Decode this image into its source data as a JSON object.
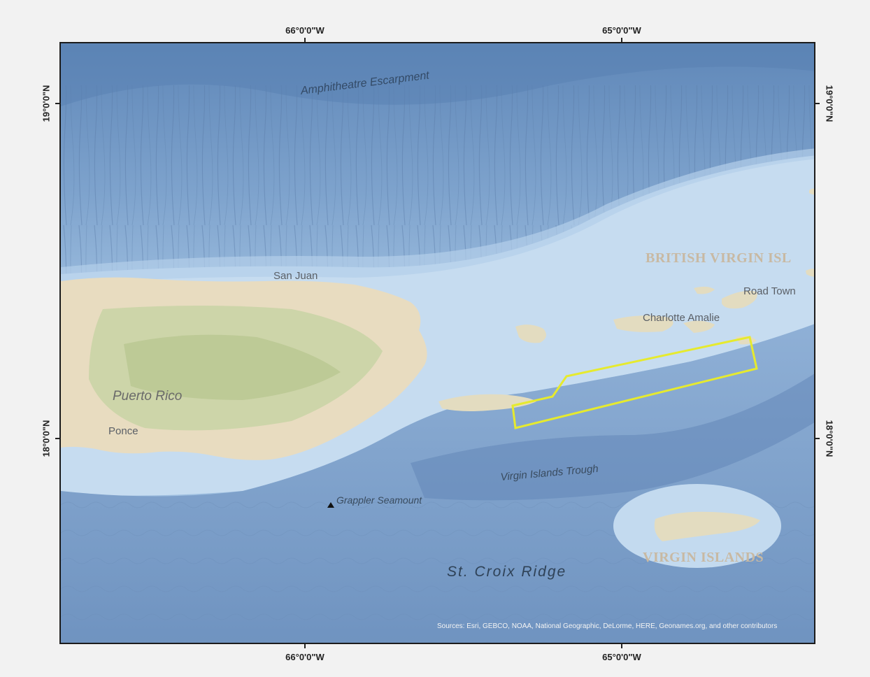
{
  "graticule": {
    "lon_west": "66°0'0\"W",
    "lon_east": "65°0'0\"W",
    "lat_north": "19°0'0\"N",
    "lat_south": "18°0'0\"N"
  },
  "labels": {
    "amphitheatre": "Amphitheatre Escarpment",
    "british_virgin": "BRITISH VIRGIN ISL",
    "road_town": "Road Town",
    "san_juan": "San Juan",
    "charlotte_amalie": "Charlotte Amalie",
    "puerto_rico": "Puerto Rico",
    "ponce": "Ponce",
    "vi_trough": "Virgin Islands Trough",
    "grappler": "Grappler Seamount",
    "st_croix_ridge": "St. Croix Ridge",
    "virgin_islands": "VIRGIN ISLANDS"
  },
  "attribution": "Sources: Esri, GEBCO, NOAA, National Geographic, DeLorme, HERE, Geonames.org, and other contributors",
  "colors": {
    "deep_water": "#7a9ec7",
    "shallow_water": "#c3daef",
    "land": "#e6e0c8",
    "land_green": "#c9d3a6",
    "study_area": "#e6ea2e"
  }
}
